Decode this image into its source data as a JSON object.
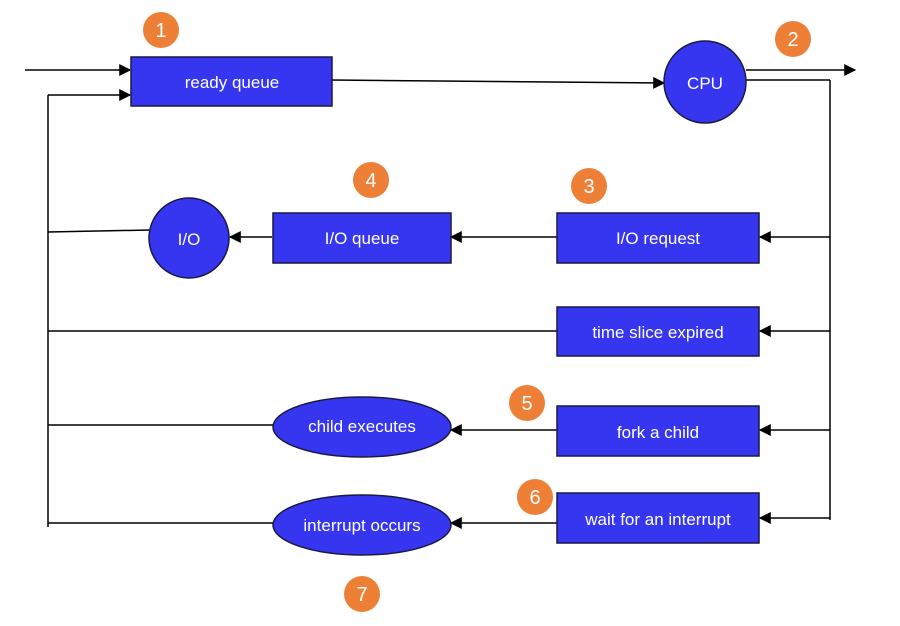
{
  "colors": {
    "node_fill": "#3636f0",
    "node_stroke": "#1a1a40",
    "badge_fill": "#ee7f36",
    "line": "#000000",
    "text": "#ffffff"
  },
  "nodes": {
    "ready_queue": "ready queue",
    "cpu": "CPU",
    "io": "I/O",
    "io_queue": "I/O queue",
    "io_request": "I/O request",
    "time_slice_expired": "time slice expired",
    "child_executes": "child executes",
    "fork_a_child": "fork a child",
    "interrupt_occurs": "interrupt occurs",
    "wait_for_interrupt": "wait for an interrupt"
  },
  "badges": [
    "1",
    "2",
    "3",
    "4",
    "5",
    "6",
    "7"
  ]
}
